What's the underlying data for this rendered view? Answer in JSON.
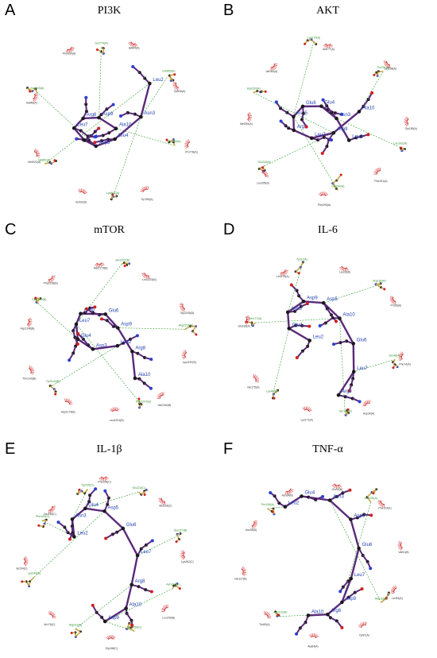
{
  "panels": [
    {
      "letter": "A",
      "title": "PI3K",
      "peptide": [
        "Leu2",
        "Asn3",
        "Glu4",
        "Asp5",
        "Glu6",
        "Leu7",
        "Arg8",
        "Asp9",
        "Ala10"
      ],
      "hbond": [
        "Tyr836(A)",
        "Lys802(A)",
        "Val851(A)",
        "Asp933(A)",
        "Ser774(A)",
        "Gln859(A)"
      ],
      "hydrophobic": [
        "Trp780(A)",
        "Ile932(A)",
        "Met922(A)",
        "Ile848(A)",
        "Phe930(A)",
        "Ile800(A)",
        "Tyr836(A)",
        "Pro778(A)"
      ]
    },
    {
      "letter": "B",
      "title": "AKT",
      "peptide": [
        "Ala10",
        "Asp9",
        "Leu7",
        "Arg8",
        "Asp5",
        "Glu6",
        "Glu4",
        "Asn3",
        "Leu2"
      ],
      "hbond": [
        "Gly294(A)",
        "Glu234(A)",
        "Asp292(A)",
        "Lys179(A)",
        "Thr291(A)",
        "Leu181(A)"
      ],
      "hydrophobic": [
        "Phe293(A)",
        "Leu295(A)",
        "Met281(A)",
        "Val164(A)",
        "Ala177(A)",
        "Lys158(A)",
        "Gly159(A)",
        "Phe161(A)"
      ]
    },
    {
      "letter": "C",
      "title": "mTOR",
      "peptide": [
        "Leu2",
        "Asn3",
        "Glu4",
        "Leu7",
        "Asp5",
        "Glu6",
        "Asp9",
        "Arg8",
        "Ala10"
      ],
      "hbond": [
        "Tyr2144(B)",
        "Gln2170(B)",
        "Ser2227(B)",
        "Arg2224(B)",
        "Phe2207(B)"
      ],
      "hydrophobic": [
        "Asp2174(B)",
        "Thr2143(B)",
        "Asp2148(B)",
        "Phe2196(B)",
        "Met2173(B)",
        "Leu2223(B)",
        "Gly2026(B)",
        "Lys2187(B)",
        "Val2160(B)",
        "Leu2204(B)"
      ]
    },
    {
      "letter": "D",
      "title": "IL-6",
      "peptide": [
        "Leu2",
        "Glu4",
        "Asn3",
        "Asp9",
        "Asp5",
        "Ala10",
        "Glu6",
        "Leu7",
        "Arg8"
      ],
      "hbond": [
        "Ser177(A)",
        "Tyr31(A)",
        "Arg182(A)",
        "Ser48(A)",
        "Ser179(A)",
        "Lys46(A)"
      ],
      "hydrophobic": [
        "Gln175(A)",
        "Glu183(A)",
        "Leu178(A)",
        "Leu33(A)",
        "Pro65(A)",
        "Phe74(A)",
        "Asp34(A)",
        "Lys171(A)"
      ]
    },
    {
      "letter": "E",
      "title": "IL-1β",
      "peptide": [
        "Leu2",
        "Asn3",
        "Glu4",
        "Asp5",
        "Glu6",
        "Leu7",
        "Arg8",
        "Ala10",
        "Asp9"
      ],
      "hbond": [
        "Tyr226(C)",
        "Glu222(C)",
        "Ser227(B)",
        "Asn218(C)",
        "Asn259(C)",
        "Arg241(B)",
        "Lys244(B)",
        "Phe183(C)"
      ],
      "hydrophobic": [
        "Ile234(C)",
        "Leu236(C)",
        "Phe208(C)",
        "Met228(C)",
        "Lys262(C)",
        "Leu209(B)",
        "Gly168(C)",
        "Ile178(C)"
      ]
    },
    {
      "letter": "F",
      "title": "TNF-α",
      "peptide": [
        "Leu2",
        "Glu4",
        "Asn3",
        "Asp5",
        "Glu6",
        "Leu7",
        "Asp9",
        "Arg8",
        "Ala10"
      ],
      "hbond": [
        "Gln125(A)",
        "Ala133(B)",
        "Asp122(A)",
        "Pro128(A)"
      ],
      "hydrophobic": [
        "Asn39(B)",
        "Asn34(B)",
        "Glu34(B)",
        "Phe124(A)",
        "Val91(B)",
        "Leu93(A)",
        "Tyr87(A)",
        "Ala84(A)",
        "Thr89(A)",
        "Glu127(B)"
      ]
    }
  ],
  "colors": {
    "carbon": "#1a1a1a",
    "nitrogen": "#2b3fd0",
    "oxygen": "#d12020",
    "ligand_bond": "#5a2a7a",
    "receptor_bond": "#c8a74a",
    "hbond": "#2f9f2f",
    "hydrophobic": "#d03030"
  }
}
